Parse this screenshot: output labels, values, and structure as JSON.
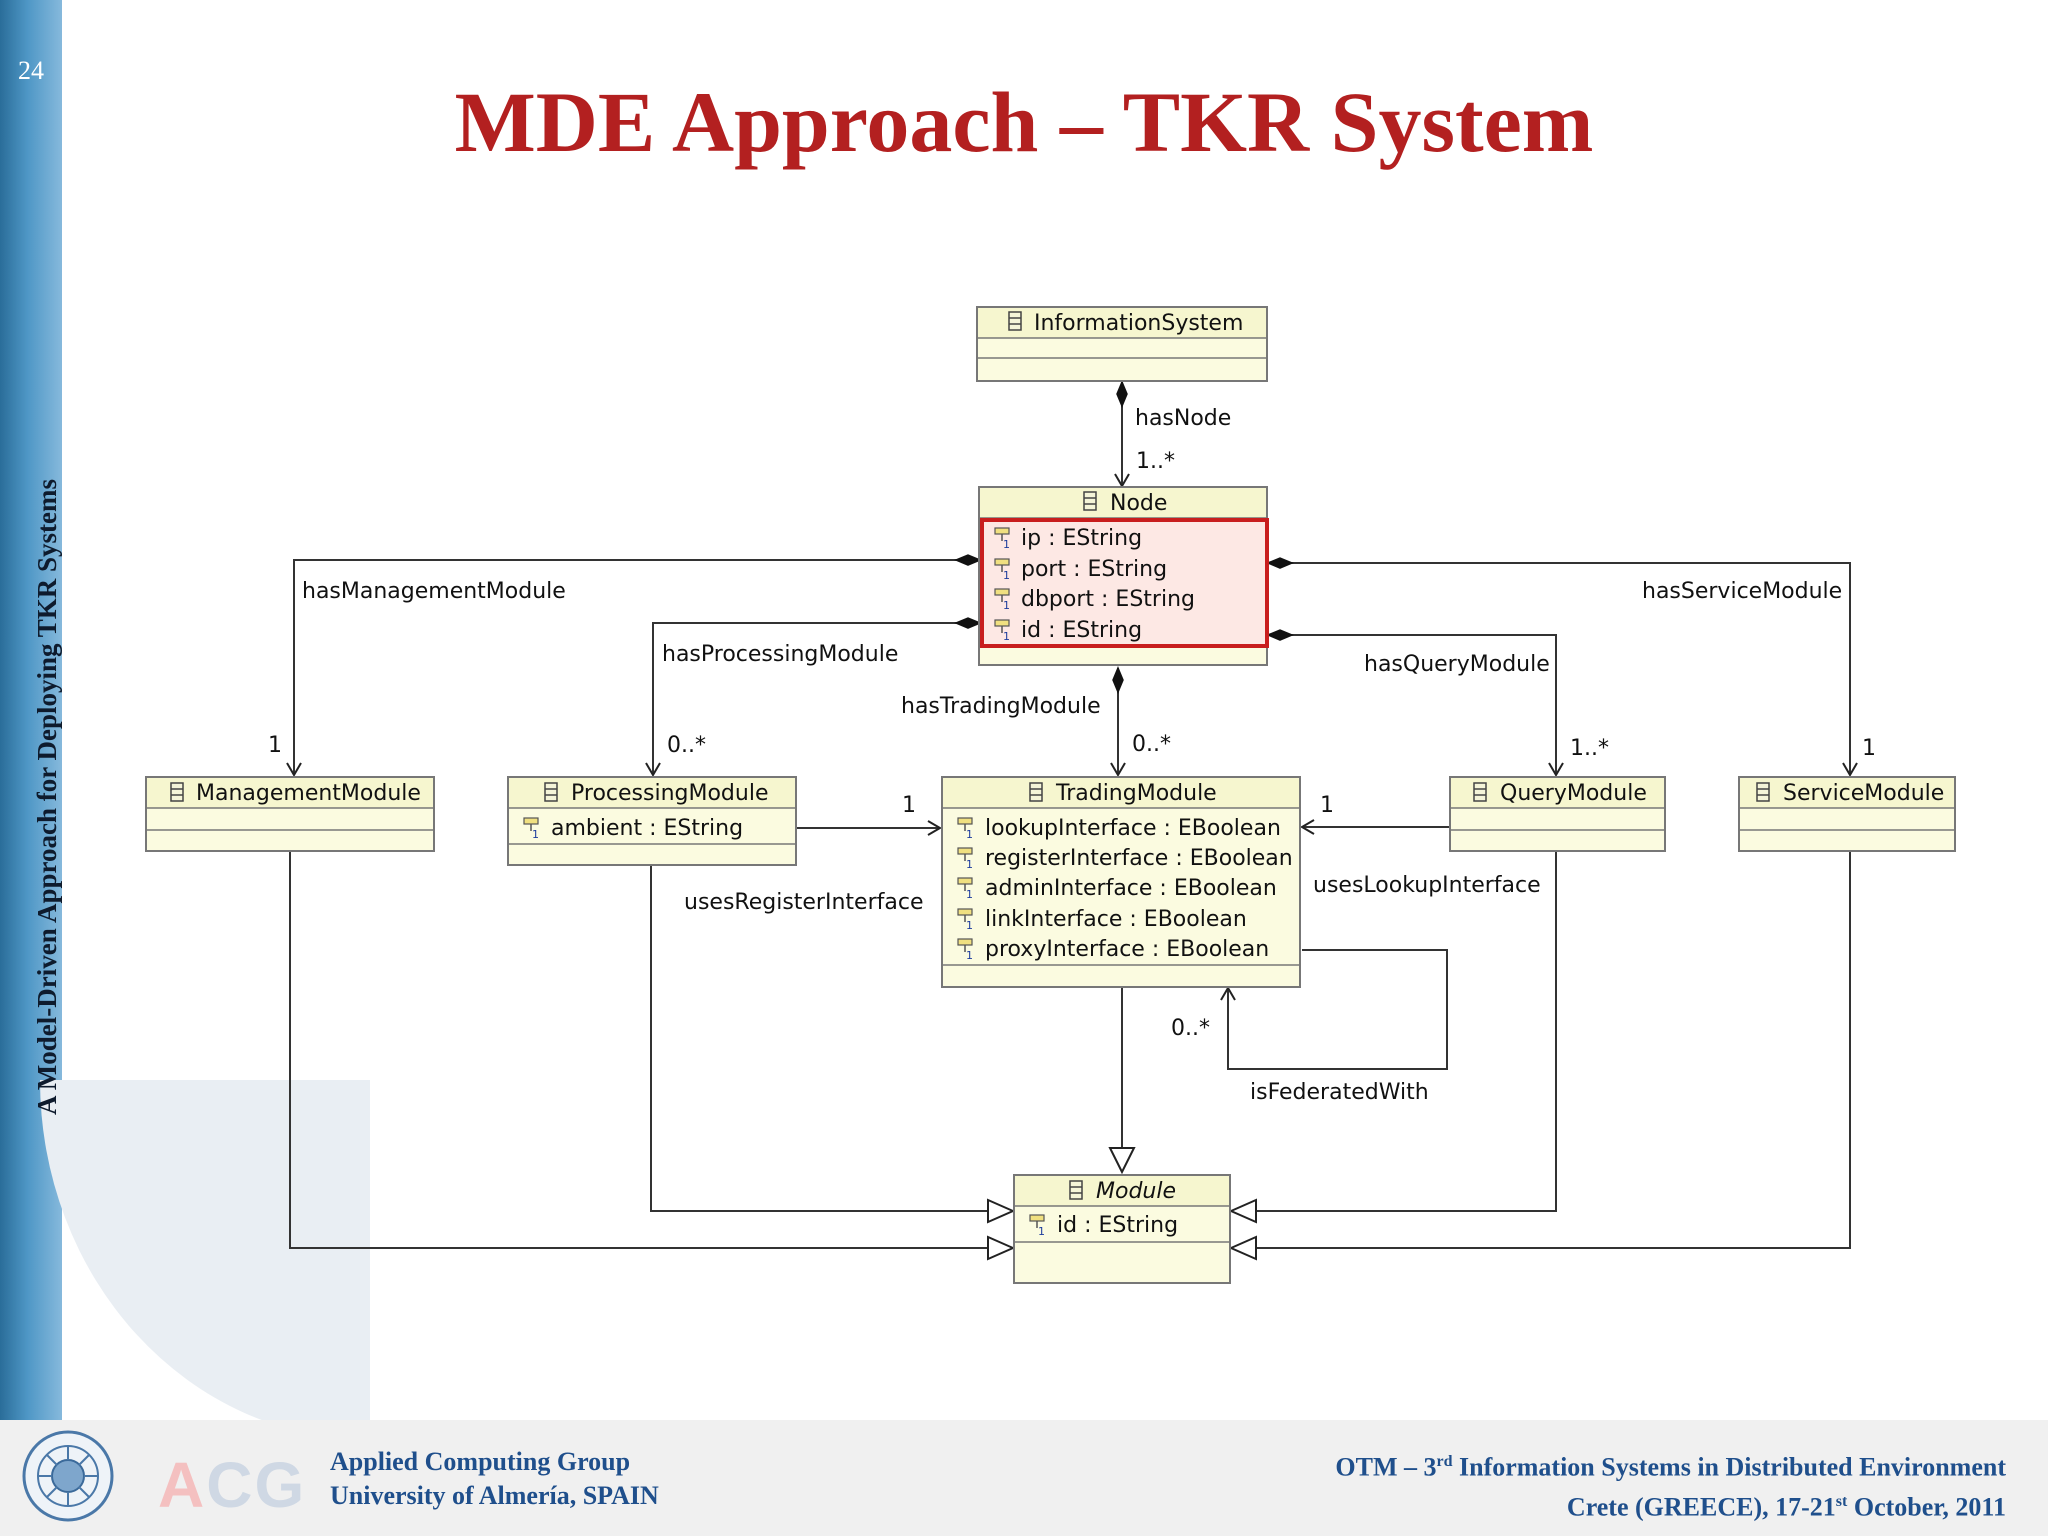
{
  "slide": {
    "number": "24",
    "title": "MDE Approach – TKR System",
    "side_title": "A Model-Driven Approach for Deploying TKR Systems"
  },
  "classes": {
    "information_system": {
      "name": "InformationSystem",
      "attributes": []
    },
    "node": {
      "name": "Node",
      "attributes": [
        "ip : EString",
        "port : EString",
        "dbport : EString",
        "id : EString"
      ]
    },
    "management_module": {
      "name": "ManagementModule",
      "attributes": []
    },
    "processing_module": {
      "name": "ProcessingModule",
      "attributes": [
        "ambient : EString"
      ]
    },
    "trading_module": {
      "name": "TradingModule",
      "attributes": [
        "lookupInterface : EBoolean",
        "registerInterface : EBoolean",
        "adminInterface : EBoolean",
        "linkInterface : EBoolean",
        "proxyInterface : EBoolean"
      ]
    },
    "query_module": {
      "name": "QueryModule",
      "attributes": []
    },
    "service_module": {
      "name": "ServiceModule",
      "attributes": []
    },
    "module": {
      "name": "Module",
      "attributes": [
        "id : EString"
      ]
    }
  },
  "associations": {
    "has_node": {
      "label": "hasNode",
      "multiplicity": "1..*"
    },
    "has_management_module": {
      "label": "hasManagementModule",
      "multiplicity": "1"
    },
    "has_processing_module": {
      "label": "hasProcessingModule",
      "multiplicity": "0..*"
    },
    "has_trading_module": {
      "label": "hasTradingModule",
      "multiplicity": "0..*"
    },
    "has_query_module": {
      "label": "hasQueryModule",
      "multiplicity": "1..*"
    },
    "has_service_module": {
      "label": "hasServiceModule",
      "multiplicity": "1"
    },
    "uses_register_interface": {
      "label": "usesRegisterInterface",
      "multiplicity": "1"
    },
    "uses_lookup_interface": {
      "label": "usesLookupInterface",
      "multiplicity": "1"
    },
    "is_federated_with": {
      "label": "isFederatedWith",
      "multiplicity": "0..*"
    }
  },
  "footer": {
    "left_line1": "Applied Computing Group",
    "left_line2": "University of Almería, SPAIN",
    "right_line1_pre": "OTM – 3",
    "right_line1_sup": "rd",
    "right_line1_post": " Information Systems in Distributed Environment",
    "right_line2_pre": "Crete (GREECE), 17-21",
    "right_line2_sup": "st",
    "right_line2_post": " October, 2011",
    "logo_a": "A",
    "logo_cg": "CG"
  },
  "colors": {
    "title": "#b32020",
    "class_fill": "#fbfbe0",
    "class_header": "#f6f6cf",
    "highlight_border": "#c81e1e",
    "highlight_fill": "#fde8e4",
    "footer_text": "#1f4f8c"
  }
}
